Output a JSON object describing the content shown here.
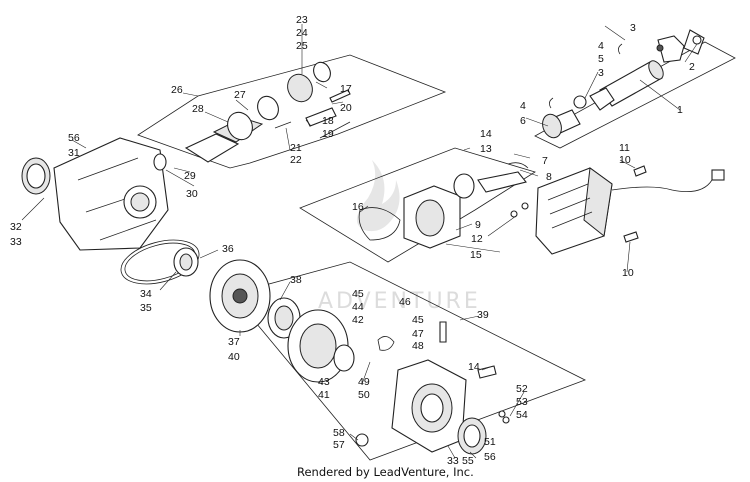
{
  "caption": "Rendered by LeadVenture, Inc.",
  "watermark": "ADVENTURE",
  "callouts": [
    {
      "id": "c1",
      "text": "1"
    },
    {
      "id": "c2",
      "text": "2"
    },
    {
      "id": "c3a",
      "text": "3"
    },
    {
      "id": "c3b",
      "text": "3"
    },
    {
      "id": "c4a",
      "text": "4"
    },
    {
      "id": "c4b",
      "text": "4"
    },
    {
      "id": "c5",
      "text": "5"
    },
    {
      "id": "c6",
      "text": "6"
    },
    {
      "id": "c7",
      "text": "7"
    },
    {
      "id": "c8",
      "text": "8"
    },
    {
      "id": "c9",
      "text": "9"
    },
    {
      "id": "c10a",
      "text": "10"
    },
    {
      "id": "c10b",
      "text": "10"
    },
    {
      "id": "c11",
      "text": "11"
    },
    {
      "id": "c12",
      "text": "12"
    },
    {
      "id": "c13",
      "text": "13"
    },
    {
      "id": "c14a",
      "text": "14"
    },
    {
      "id": "c14b",
      "text": "14"
    },
    {
      "id": "c15",
      "text": "15"
    },
    {
      "id": "c16",
      "text": "16"
    },
    {
      "id": "c17",
      "text": "17"
    },
    {
      "id": "c18",
      "text": "18"
    },
    {
      "id": "c19",
      "text": "19"
    },
    {
      "id": "c20",
      "text": "20"
    },
    {
      "id": "c21",
      "text": "21"
    },
    {
      "id": "c22",
      "text": "22"
    },
    {
      "id": "c23",
      "text": "23"
    },
    {
      "id": "c24",
      "text": "24"
    },
    {
      "id": "c25",
      "text": "25"
    },
    {
      "id": "c26",
      "text": "26"
    },
    {
      "id": "c27",
      "text": "27"
    },
    {
      "id": "c28",
      "text": "28"
    },
    {
      "id": "c29",
      "text": "29"
    },
    {
      "id": "c30",
      "text": "30"
    },
    {
      "id": "c31",
      "text": "31"
    },
    {
      "id": "c32",
      "text": "32"
    },
    {
      "id": "c33a",
      "text": "33"
    },
    {
      "id": "c33b",
      "text": "33"
    },
    {
      "id": "c34",
      "text": "34"
    },
    {
      "id": "c35",
      "text": "35"
    },
    {
      "id": "c36",
      "text": "36"
    },
    {
      "id": "c37",
      "text": "37"
    },
    {
      "id": "c38",
      "text": "38"
    },
    {
      "id": "c39",
      "text": "39"
    },
    {
      "id": "c40",
      "text": "40"
    },
    {
      "id": "c41",
      "text": "41"
    },
    {
      "id": "c42",
      "text": "42"
    },
    {
      "id": "c43",
      "text": "43"
    },
    {
      "id": "c44",
      "text": "44"
    },
    {
      "id": "c45a",
      "text": "45"
    },
    {
      "id": "c45b",
      "text": "45"
    },
    {
      "id": "c46",
      "text": "46"
    },
    {
      "id": "c47",
      "text": "47"
    },
    {
      "id": "c48",
      "text": "48"
    },
    {
      "id": "c49",
      "text": "49"
    },
    {
      "id": "c50",
      "text": "50"
    },
    {
      "id": "c51",
      "text": "51"
    },
    {
      "id": "c52",
      "text": "52"
    },
    {
      "id": "c53",
      "text": "53"
    },
    {
      "id": "c54",
      "text": "54"
    },
    {
      "id": "c55",
      "text": "55"
    },
    {
      "id": "c56a",
      "text": "56"
    },
    {
      "id": "c56b",
      "text": "56"
    },
    {
      "id": "c57",
      "text": "57"
    },
    {
      "id": "c58",
      "text": "58"
    }
  ]
}
